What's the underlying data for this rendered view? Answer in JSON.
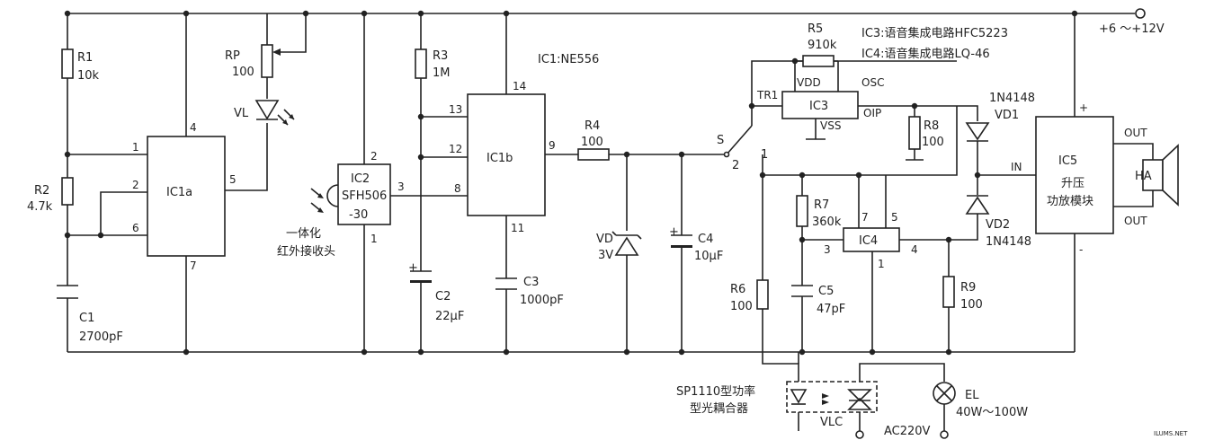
{
  "supply": {
    "label": "+6 ～+12V"
  },
  "notes": {
    "ic1": "IC1:NE556",
    "ic3": "IC3:语音集成电路HFC5223",
    "ic4": "IC4:语音集成电路LQ-46"
  },
  "resistors": {
    "r1": {
      "ref": "R1",
      "value": "10k"
    },
    "r2": {
      "ref": "R2",
      "value": "4.7k"
    },
    "rp": {
      "ref": "RP",
      "value": "100"
    },
    "r3": {
      "ref": "R3",
      "value": "1M"
    },
    "r4": {
      "ref": "R4",
      "value": "100"
    },
    "r5": {
      "ref": "R5",
      "value": "910k"
    },
    "r6": {
      "ref": "R6",
      "value": "100"
    },
    "r7": {
      "ref": "R7",
      "value": "360k"
    },
    "r8": {
      "ref": "R8",
      "value": "100"
    },
    "r9": {
      "ref": "R9",
      "value": "100"
    }
  },
  "capacitors": {
    "c1": {
      "ref": "C1",
      "value": "2700pF"
    },
    "c2": {
      "ref": "C2",
      "value": "22μF"
    },
    "c3": {
      "ref": "C3",
      "value": "1000pF"
    },
    "c4": {
      "ref": "C4",
      "value": "10μF"
    },
    "c5": {
      "ref": "C5",
      "value": "47pF"
    }
  },
  "ics": {
    "ic1a": {
      "ref": "IC1a",
      "pins": [
        "1",
        "2",
        "6",
        "4",
        "5",
        "7"
      ]
    },
    "ic1b": {
      "ref": "IC1b",
      "pins": [
        "13",
        "12",
        "8",
        "14",
        "9",
        "11"
      ]
    },
    "ic2": {
      "ref": "IC2",
      "part": "SFH506",
      "suffix": "-30",
      "pins": [
        "2",
        "3",
        "1"
      ],
      "caption": [
        "一体化",
        "红外接收头"
      ]
    },
    "ic3": {
      "ref": "IC3",
      "pins": [
        "VDD",
        "OSC",
        "TR1",
        "OIP",
        "VSS"
      ]
    },
    "ic4": {
      "ref": "IC4",
      "pins": [
        "7",
        "5",
        "3",
        "4",
        "1"
      ]
    },
    "ic5": {
      "ref": "IC5",
      "lines": [
        "升压",
        "功放模块"
      ],
      "pins": [
        "+",
        "IN",
        "OUT",
        "OUT",
        "-"
      ]
    }
  },
  "diodes": {
    "vl": {
      "ref": "VL"
    },
    "vd": {
      "ref": "VD",
      "value": "3V"
    },
    "vd1": {
      "ref": "VD1",
      "part": "1N4148"
    },
    "vd2": {
      "ref": "VD2",
      "part": "1N4148"
    }
  },
  "switch": {
    "ref": "S",
    "pos1": "1",
    "pos2": "2"
  },
  "speaker": {
    "ref": "HA"
  },
  "optocoupler": {
    "ref": "VLC",
    "caption": [
      "SP1110型功率",
      "型光耦合器"
    ]
  },
  "lamp": {
    "ref": "EL",
    "value": "40W～100W"
  },
  "mains": {
    "label": "AC220V"
  },
  "watermark": "ILUMS.NET"
}
